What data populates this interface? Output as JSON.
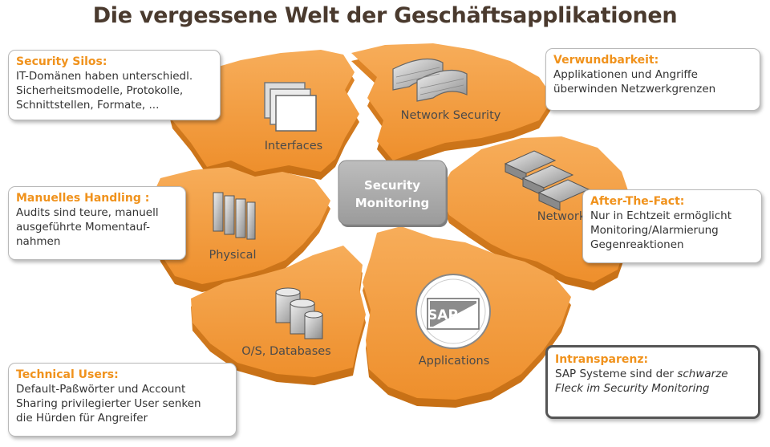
{
  "title": "Die vergessene Welt der Geschäftsapplikationen",
  "colors": {
    "segment": "#f39a3a",
    "segment_dark": "#d9801f",
    "callout_title": "#f0921c",
    "center_box": "#a9a9a9",
    "title_text": "#4a3a2e"
  },
  "center": {
    "line1": "Security",
    "line2": "Monitoring"
  },
  "segments": {
    "network_security": {
      "label": "Network Security",
      "icon": "firewall-icon"
    },
    "interfaces": {
      "label": "Interfaces",
      "icon": "windows-icon"
    },
    "network": {
      "label": "Network",
      "icon": "switch-icon"
    },
    "physical": {
      "label": "Physical",
      "icon": "server-rack-icon"
    },
    "os_databases": {
      "label": "O/S, Databases",
      "icon": "database-icon"
    },
    "applications": {
      "label": "Applications",
      "icon": "sap-logo-icon",
      "logo_text": "SAP"
    }
  },
  "callouts": {
    "security_silos": {
      "title": "Security Silos:",
      "lines": [
        "IT-Domänen haben unterschiedl.",
        "Sicherheitsmodelle, Protokolle,",
        "Schnittstellen, Formate, ..."
      ]
    },
    "verwundbarkeit": {
      "title": "Verwundbarkeit:",
      "lines": [
        "Applikationen und Angriffe",
        "überwinden Netzwerkgrenzen"
      ]
    },
    "manuelles_handling": {
      "title": "Manuelles Handling :",
      "lines": [
        "Audits sind teure, manuell",
        "ausgeführte Momentauf-",
        "nahmen"
      ]
    },
    "after_the_fact": {
      "title": "After-The-Fact:",
      "lines": [
        "Nur in Echtzeit ermöglicht",
        "Monitoring/Alarmierung",
        "Gegenreaktionen"
      ]
    },
    "technical_users": {
      "title": "Technical Users:",
      "lines": [
        "Default-Paßwörter und Account",
        "Sharing privilegierter User senken",
        "die Hürden für Angreifer"
      ]
    },
    "intransparenz": {
      "title": "Intransparenz:",
      "line1_normal": "SAP Systeme sind der ",
      "line1_italic": "schwarze",
      "line2_italic": "Fleck im Security Monitoring"
    }
  }
}
